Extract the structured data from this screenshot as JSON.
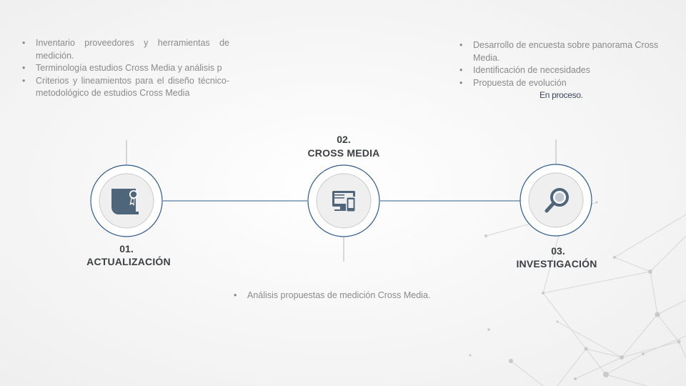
{
  "steps": [
    {
      "number": "01.",
      "title": "ACTUALIZACIÓN",
      "icon": "certificate-icon",
      "bullets": [
        "Inventario proveedores y  herramientas de medición.",
        "Terminología estudios  Cross Media y análisis p",
        "Criterios y lineamientos para el diseño técnico-metodológico  de estudios Cross Media"
      ]
    },
    {
      "number": "02.",
      "title": "CROSS MEDIA",
      "icon": "devices-icon",
      "bullets": [
        "Análisis propuestas de medición Cross Media."
      ]
    },
    {
      "number": "03.",
      "title": "INVESTIGACIÓN",
      "icon": "magnifier-icon",
      "bullets": [
        "Desarrollo de encuesta sobre panorama Cross Media.",
        "Identificación de necesidades",
        "Propuesta de evolución"
      ],
      "note": "En proceso."
    }
  ],
  "colors": {
    "ring": "#2e5b8a",
    "connector": "#2e5b8a",
    "icon": "#4f6579",
    "text": "#8a8a8a",
    "title": "#3d4042"
  }
}
